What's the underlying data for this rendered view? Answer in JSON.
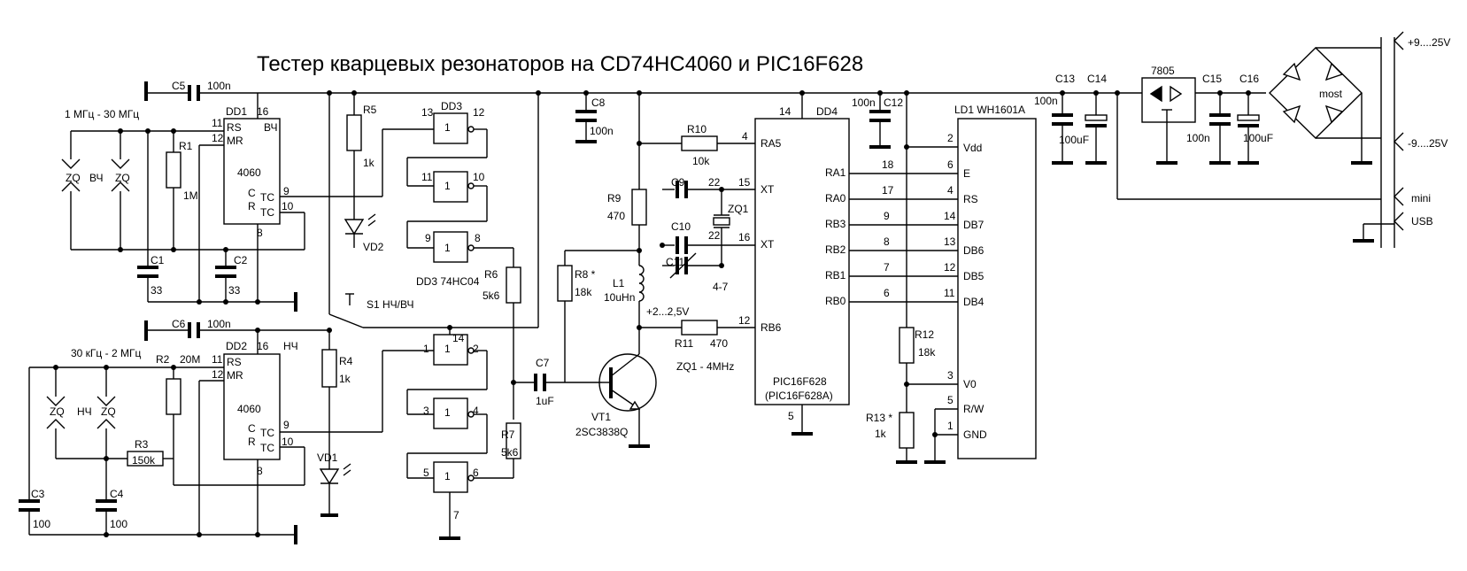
{
  "title": "Тестер кварцевых резонаторов на CD74HC4060 и PIC16F628",
  "supply": {
    "plus": "+9....25V",
    "minus": "-9....25V",
    "usb1": "mini",
    "usb2": "USB",
    "bridge": "most",
    "regulator": "7805",
    "lcd": "LD1 WH1601A"
  },
  "labels": {
    "C5": "C5",
    "C5v": "100n",
    "C6": "C6",
    "C6v": "100n",
    "C8": "C8",
    "C8v": "100n",
    "C12": "C12",
    "C12v": "100n",
    "C13": "C13",
    "C13v": "100n",
    "C14": "C14",
    "C14v": "100uF",
    "C15": "C15",
    "C15v": "100n",
    "C16": "C16",
    "C16v": "100uF",
    "C1": "C1",
    "C1v": "33",
    "C2": "C2",
    "C2v": "33",
    "C3": "C3",
    "C3v": "100",
    "C4": "C4",
    "C4v": "100",
    "C7": "C7",
    "C7v": "1uF",
    "C9": "C9",
    "C9v": "22",
    "C10": "C10",
    "C10v": "22",
    "C11": "C11",
    "C11v": "4-7",
    "R1": "R1",
    "R1v": "1M",
    "R2": "R2",
    "R2v": "20M",
    "R3": "R3",
    "R3v": "150k",
    "R4": "R4",
    "R4v": "1k",
    "R5": "R5",
    "R5v": "1k",
    "R6": "R6",
    "R6v": "5k6",
    "R7": "R7",
    "R7v": "5k6",
    "R8": "R8 *",
    "R8v": "18k",
    "R9": "R9",
    "R9v": "470",
    "R10": "R10",
    "R10v": "10k",
    "R11": "R11",
    "R11v": "470",
    "R12": "R12",
    "R12v": "18k",
    "R13": "R13 *",
    "R13v": "1k",
    "L1": "L1",
    "L1v": "10uHn",
    "VD1": "VD1",
    "VD2": "VD2",
    "VT1": "VT1",
    "VT1v": "2SC3838Q",
    "ZQ1": "ZQ1",
    "ZQ1note": "ZQ1 - 4MHz",
    "vbias": "+2...2,5V",
    "S1": "S1 НЧ/ВЧ",
    "rangeHF": "1 МГц - 30 МГц",
    "rangeLF": "30 кГц - 2 МГц",
    "ZQ": "ZQ",
    "HF": "ВЧ",
    "LF": "НЧ",
    "DD3": "DD3",
    "DD3note": "DD3 74HC04",
    "DD4": "DD4"
  },
  "dd1": {
    "name": "DD1",
    "type": "ВЧ",
    "chip": "4060",
    "rs": "RS",
    "mr": "MR",
    "c": "C",
    "r": "R",
    "tc": "TC"
  },
  "dd2": {
    "name": "DD2",
    "type": "НЧ",
    "chip": "4060",
    "rs": "RS",
    "mr": "MR",
    "c": "C",
    "r": "R",
    "tc": "TC"
  },
  "pic": {
    "name": "PIC16F628",
    "alt": "(PIC16F628A)",
    "pins": [
      "RA5",
      "XT",
      "XT",
      "RB6",
      "RA1",
      "RA0",
      "RB3",
      "RB2",
      "RB1",
      "RB0"
    ]
  },
  "lcd_pins": [
    "Vdd",
    "E",
    "RS",
    "DB7",
    "DB6",
    "DB5",
    "DB4",
    "V0",
    "R/W",
    "GND"
  ],
  "inverter_label": "1"
}
